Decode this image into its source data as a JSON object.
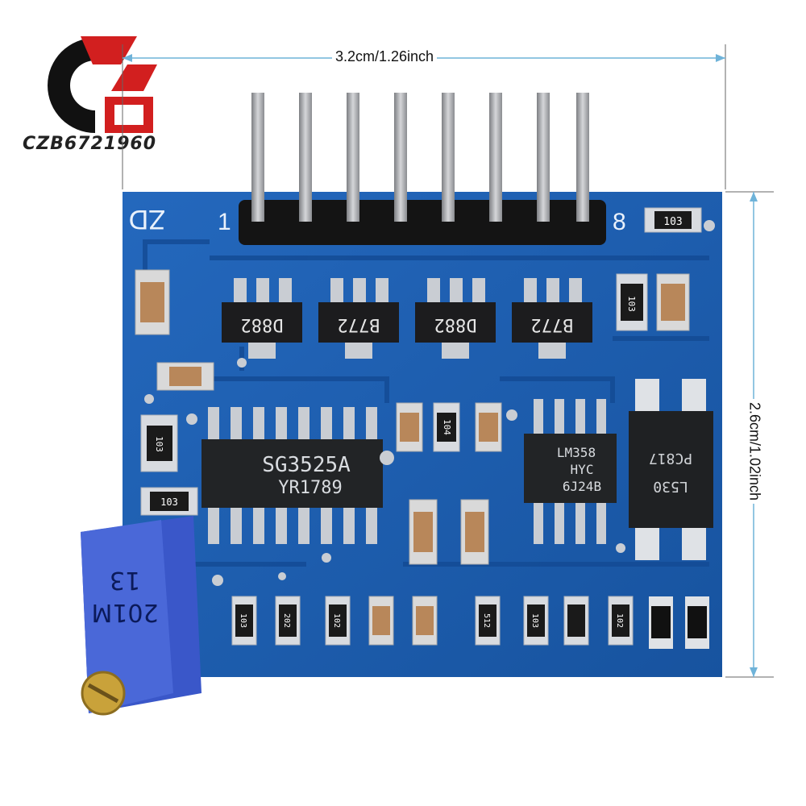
{
  "brand": {
    "logo_text": "CZB6721960"
  },
  "dimensions": {
    "width": "3.2cm/1.26inch",
    "height": "2.6cm/1.02inch"
  },
  "board_labels": {
    "zd": "ZD",
    "pin1": "1",
    "pin8": "8",
    "q_transistors": [
      "D882",
      "B772",
      "D882",
      "B772"
    ],
    "ic_main": [
      "SG3525A",
      "YR1789"
    ],
    "ic_opamp": [
      "LM358",
      "HYC",
      "6J24B"
    ],
    "optocoupler": [
      "PC817",
      "L530"
    ],
    "resistor_codes": [
      "103",
      "103",
      "103",
      "103",
      "104",
      "103",
      "202",
      "102",
      "512",
      "103",
      "102"
    ],
    "pot": [
      "13",
      "201M"
    ]
  },
  "colors": {
    "pcb": "#1d5fb3",
    "pcb_dark": "#134a93",
    "silk": "#e9f1fb",
    "pad": "#c9cdd3",
    "pin": "#a9aaad",
    "ic": "#222426",
    "pot": "#3a57c9",
    "screw": "#c9a23a"
  }
}
